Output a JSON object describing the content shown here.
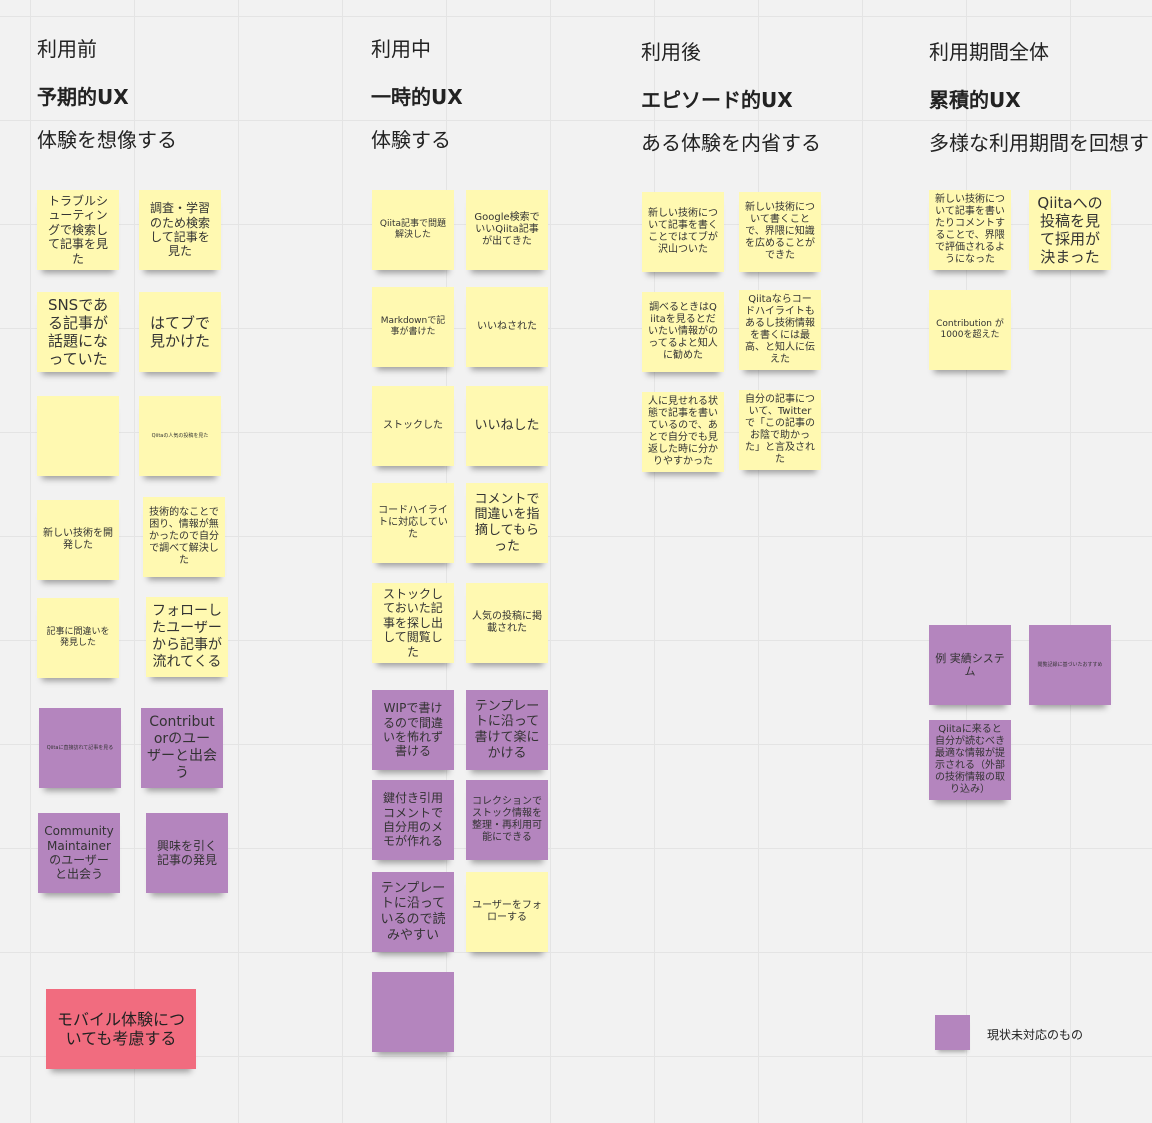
{
  "columns": [
    {
      "phase": "利用前",
      "ux": "予期的UX",
      "desc": "体験を想像する"
    },
    {
      "phase": "利用中",
      "ux": "一時的UX",
      "desc": "体験する"
    },
    {
      "phase": "利用後",
      "ux": "エピソード的UX",
      "desc": "ある体験を内省する"
    },
    {
      "phase": "利用期間全体",
      "ux": "累積的UX",
      "desc": "多様な利用期間を回想す"
    }
  ],
  "notes": [
    {
      "text": "トラブルシューティングで検索して記事を見た",
      "color": "yellow"
    },
    {
      "text": "調査・学習のため検索して記事を見た",
      "color": "yellow"
    },
    {
      "text": "SNSである記事が話題になっていた",
      "color": "yellow"
    },
    {
      "text": "はてブで見かけた",
      "color": "yellow"
    },
    {
      "text": "",
      "color": "yellow"
    },
    {
      "text": "Qiitaの人気の投稿を見た",
      "color": "yellow"
    },
    {
      "text": "新しい技術を開発した",
      "color": "yellow"
    },
    {
      "text": "技術的なことで困り、情報が無かったので自分で調べて解決した",
      "color": "yellow"
    },
    {
      "text": "記事に間違いを発見した",
      "color": "yellow"
    },
    {
      "text": "フォローしたユーザーから記事が流れてくる",
      "color": "yellow"
    },
    {
      "text": "Qiitaに直接訪れて記事を見る",
      "color": "purple"
    },
    {
      "text": "Contributorのユーザーと出会う",
      "color": "purple"
    },
    {
      "text": "Community Maintainerのユーザーと出会う",
      "color": "purple"
    },
    {
      "text": "興味を引く記事の発見",
      "color": "purple"
    },
    {
      "text": "モバイル体験についても考慮する",
      "color": "red"
    },
    {
      "text": "Qiita記事で問題解決した",
      "color": "yellow"
    },
    {
      "text": "Google検索でいいQiita記事が出てきた",
      "color": "yellow"
    },
    {
      "text": "Markdownで記事が書けた",
      "color": "yellow"
    },
    {
      "text": "いいねされた",
      "color": "yellow"
    },
    {
      "text": "ストックした",
      "color": "yellow"
    },
    {
      "text": "いいねした",
      "color": "yellow"
    },
    {
      "text": "コードハイライトに対応していた",
      "color": "yellow"
    },
    {
      "text": "コメントで間違いを指摘してもらった",
      "color": "yellow"
    },
    {
      "text": "ストックしておいた記事を探し出して閲覧した",
      "color": "yellow"
    },
    {
      "text": "人気の投稿に掲載された",
      "color": "yellow"
    },
    {
      "text": "WIPで書けるので間違いを怖れず書ける",
      "color": "purple"
    },
    {
      "text": "テンプレートに沿って書けて楽にかける",
      "color": "purple"
    },
    {
      "text": "鍵付き引用コメントで自分用のメモが作れる",
      "color": "purple"
    },
    {
      "text": "コレクションでストック情報を整理・再利用可能にできる",
      "color": "purple"
    },
    {
      "text": "テンプレートに沿っているので読みやすい",
      "color": "purple"
    },
    {
      "text": "ユーザーをフォローする",
      "color": "yellow"
    },
    {
      "text": "",
      "color": "purple"
    },
    {
      "text": "新しい技術について記事を書くことではてブが沢山ついた",
      "color": "yellow"
    },
    {
      "text": "新しい技術について書くことで、界隈に知識を広めることができた",
      "color": "yellow"
    },
    {
      "text": "調べるときはQiitaを見るとだいたい情報がのってるよと知人に勧めた",
      "color": "yellow"
    },
    {
      "text": "Qiitaならコードハイライトもあるし技術情報を書くには最高、と知人に伝えた",
      "color": "yellow"
    },
    {
      "text": "人に見せれる状態で記事を書いているので、あとで自分でも見返した時に分かりやすかった",
      "color": "yellow"
    },
    {
      "text": "自分の記事について、Twitterで「この記事のお陰で助かった」と言及された",
      "color": "yellow"
    },
    {
      "text": "新しい技術について記事を書いたりコメントすることで、界隈で評価されるようになった",
      "color": "yellow"
    },
    {
      "text": "Qiitaへの投稿を見て採用が決まった",
      "color": "yellow"
    },
    {
      "text": "Contribution が1000を超えた",
      "color": "yellow"
    },
    {
      "text": "例 実績システム",
      "color": "purple"
    },
    {
      "text": "閲覧記録に基づいたおすすめ",
      "color": "purple"
    },
    {
      "text": "Qiitaに来ると自分が読むべき最適な情報が提示される（外部の技術情報の取り込み）",
      "color": "purple"
    }
  ],
  "legend": {
    "label": "現状未対応のもの",
    "color": "#b485be"
  }
}
